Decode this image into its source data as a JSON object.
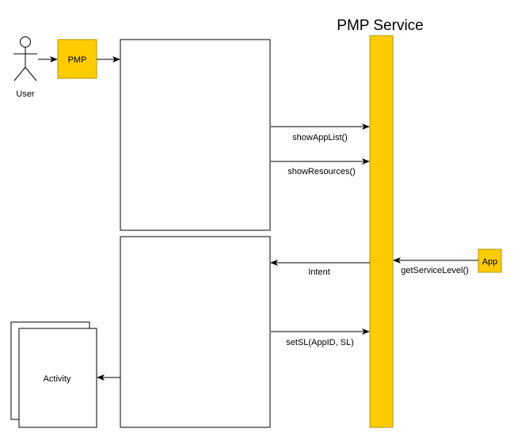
{
  "title": "PMP Service",
  "actor": {
    "label": "User"
  },
  "pmp_box": {
    "label": "PMP"
  },
  "app_box": {
    "label": "App"
  },
  "activity": {
    "label": "Activity"
  },
  "messages": {
    "show_app_list": "showAppList()",
    "show_resources": "showResources()",
    "intent": "Intent",
    "get_service_level": "getServiceLevel()",
    "set_sl": "setSL(AppID, SL)"
  },
  "colors": {
    "accent": "#FFCC00",
    "accent_stroke": "#B09500",
    "stroke": "#000000",
    "background": "#FFFFFF"
  }
}
